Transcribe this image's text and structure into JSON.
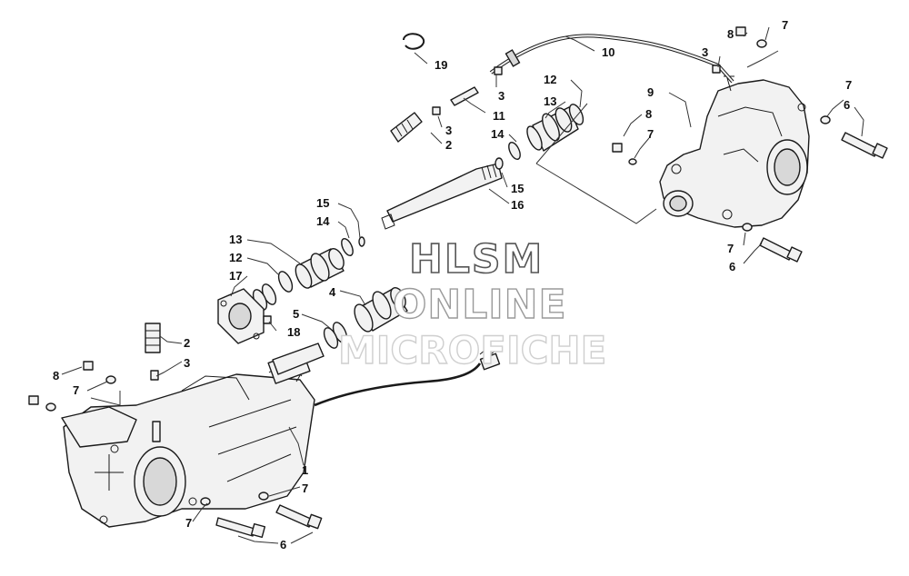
{
  "watermark": {
    "line1": "HLSM",
    "line2": "ONLINE",
    "line3": "MICROFICHE"
  },
  "callouts": [
    {
      "id": "c19",
      "text": "19"
    },
    {
      "id": "c10",
      "text": "10"
    },
    {
      "id": "c8a",
      "text": "8"
    },
    {
      "id": "c7a",
      "text": "7"
    },
    {
      "id": "c3a",
      "text": "3"
    },
    {
      "id": "c3b",
      "text": "3"
    },
    {
      "id": "c12a",
      "text": "12"
    },
    {
      "id": "c13a",
      "text": "13"
    },
    {
      "id": "c9",
      "text": "9"
    },
    {
      "id": "c7b",
      "text": "7"
    },
    {
      "id": "c6a",
      "text": "6"
    },
    {
      "id": "c11",
      "text": "11"
    },
    {
      "id": "c3c",
      "text": "3"
    },
    {
      "id": "c2a",
      "text": "2"
    },
    {
      "id": "c8b",
      "text": "8"
    },
    {
      "id": "c7c",
      "text": "7"
    },
    {
      "id": "c14a",
      "text": "14"
    },
    {
      "id": "c15a",
      "text": "15"
    },
    {
      "id": "c16",
      "text": "16"
    },
    {
      "id": "c15b",
      "text": "15"
    },
    {
      "id": "c14b",
      "text": "14"
    },
    {
      "id": "c7d",
      "text": "7"
    },
    {
      "id": "c6b",
      "text": "6"
    },
    {
      "id": "c13b",
      "text": "13"
    },
    {
      "id": "c12b",
      "text": "12"
    },
    {
      "id": "c17",
      "text": "17"
    },
    {
      "id": "c4",
      "text": "4"
    },
    {
      "id": "c5",
      "text": "5"
    },
    {
      "id": "c18",
      "text": "18"
    },
    {
      "id": "c2b",
      "text": "2"
    },
    {
      "id": "c3d",
      "text": "3"
    },
    {
      "id": "c8c",
      "text": "8"
    },
    {
      "id": "c7e",
      "text": "7"
    },
    {
      "id": "c1",
      "text": "1"
    },
    {
      "id": "c7f",
      "text": "7"
    },
    {
      "id": "c7g",
      "text": "7"
    },
    {
      "id": "c6c",
      "text": "6"
    }
  ]
}
